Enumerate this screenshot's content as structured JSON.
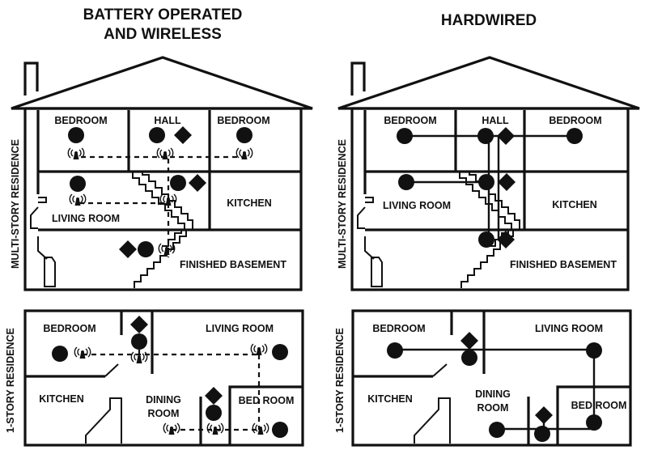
{
  "headers": {
    "left_line1": "BATTERY OPERATED",
    "left_line2": "AND WIRELESS",
    "right": "HARDWIRED"
  },
  "side_labels": {
    "multi": "MULTI-STORY RESIDENCE",
    "single": "1-STORY RESIDENCE"
  },
  "rooms": {
    "bedroom": "BEDROOM",
    "hall": "HALL",
    "kitchen": "KITCHEN",
    "living_room": "LIVING ROOM",
    "finished_basement": "FINISHED BASEMENT",
    "dining_line1": "DINING",
    "dining_line2": "ROOM",
    "bed_room": "BED ROOM"
  },
  "icons": {
    "smoke_alarm": "filled-circle",
    "co_alarm": "filled-diamond",
    "wireless_signal": "broadcast-icon"
  },
  "colors": {
    "ink": "#111111",
    "background": "#ffffff"
  }
}
